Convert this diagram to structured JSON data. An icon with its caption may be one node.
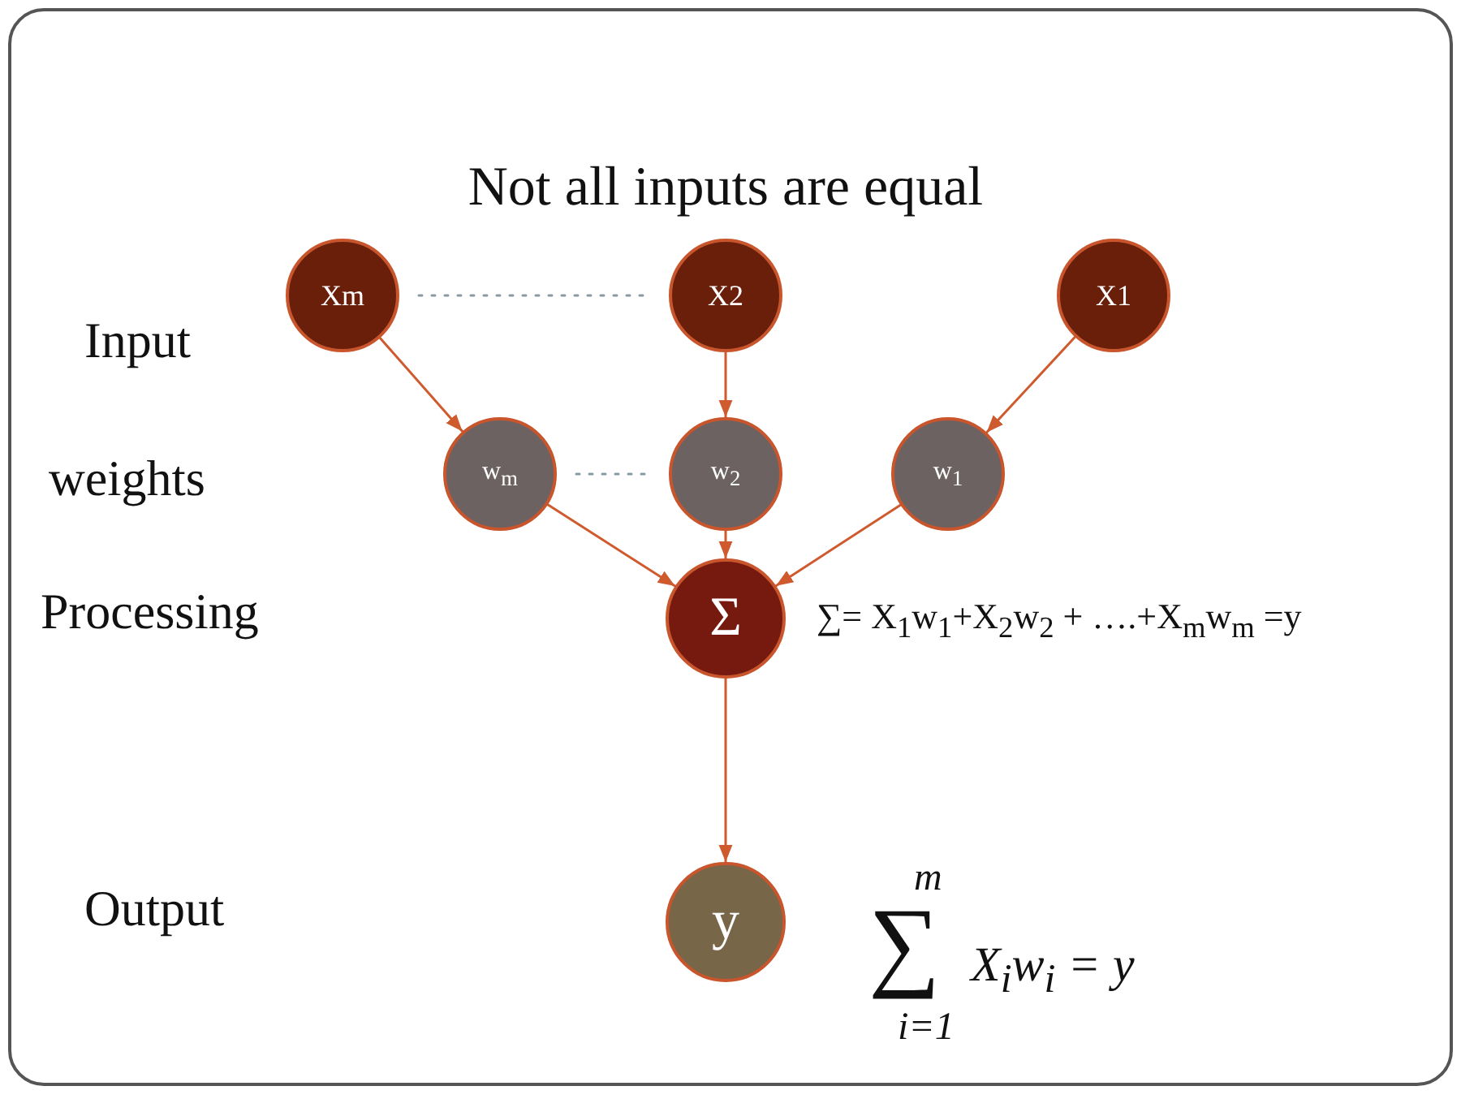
{
  "diagram": {
    "title": "Not all inputs are equal",
    "nodes": [
      {
        "text": [
          "Xm"
        ]
      },
      {
        "text": [
          "X2"
        ]
      },
      {
        "text": [
          "X1"
        ]
      },
      {
        "text": [
          "w$_{m}$"
        ]
      },
      {
        "text": [
          "w$_{2}$"
        ]
      },
      {
        "text": [
          "w$_{1}$"
        ]
      },
      {
        "text": [
          "Σ"
        ],
        "beside": [
          "∑= X$_{1}$w$_{1}$+X$_{2}$w$_{2}$ + ….+X$_{m}$w$_{m}$ =y"
        ]
      },
      {
        "text": [
          "y"
        ]
      }
    ],
    "edges": [
      {
        "from": 0,
        "to": 1,
        "arrow": "none",
        "style": "dashed",
        "color": "#8a9aa3"
      },
      {
        "from": 3,
        "to": 4,
        "arrow": "none",
        "style": "dashed",
        "color": "#8a9aa3"
      },
      {
        "from": 0,
        "to": 3,
        "arrow": "to"
      },
      {
        "from": 1,
        "to": 4,
        "arrow": "to"
      },
      {
        "from": 2,
        "to": 5,
        "arrow": "to"
      },
      {
        "from": 3,
        "to": 6,
        "arrow": "to"
      },
      {
        "from": 4,
        "to": 6,
        "arrow": "to"
      },
      {
        "from": 5,
        "to": 6,
        "arrow": "to"
      },
      {
        "from": 6,
        "to": 7,
        "arrow": "to"
      }
    ],
    "labels": [
      "Input",
      "weights",
      "Processing",
      "Output",
      "m",
      "∑",
      "X$_{i}$w$_{i}$ = y",
      "i=1"
    ]
  }
}
